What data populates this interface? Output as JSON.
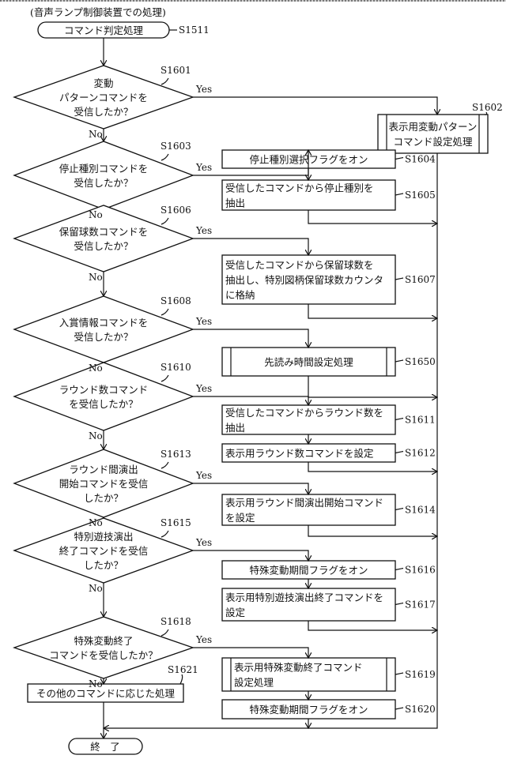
{
  "caption": "(音声ランプ制御装置での処理)",
  "yes_label": "Yes",
  "no_label": "No",
  "start": {
    "label": "コマンド判定処理",
    "step": "S1511"
  },
  "end": {
    "label": "終　了"
  },
  "decisions": [
    {
      "step": "S1601",
      "lines": [
        "変動",
        "パターンコマンドを",
        "受信したか？"
      ]
    },
    {
      "step": "S1603",
      "lines": [
        "停止種別コマンドを",
        "受信したか？"
      ]
    },
    {
      "step": "S1606",
      "lines": [
        "保留球数コマンドを",
        "受信したか？"
      ]
    },
    {
      "step": "S1608",
      "lines": [
        "入賞情報コマンドを",
        "受信したか？"
      ]
    },
    {
      "step": "S1610",
      "lines": [
        "ラウンド数コマンド",
        "を受信したか？"
      ]
    },
    {
      "step": "S1613",
      "lines": [
        "ラウンド間演出",
        "開始コマンドを受信",
        "したか？"
      ]
    },
    {
      "step": "S1615",
      "lines": [
        "特別遊技演出",
        "終了コマンドを受信",
        "したか？"
      ]
    },
    {
      "step": "S1618",
      "lines": [
        "特殊変動終了",
        "コマンドを受信したか？"
      ]
    }
  ],
  "processes": [
    {
      "step": "S1602",
      "lines": [
        "表示用変動パターン",
        "コマンド設定処理"
      ]
    },
    {
      "step": "S1604",
      "lines": [
        "停止種別選択フラグをオン"
      ]
    },
    {
      "step": "S1605",
      "lines": [
        "受信したコマンドから停止種別を",
        "抽出"
      ]
    },
    {
      "step": "S1607",
      "lines": [
        "受信したコマンドから保留球数を",
        "抽出し、特別図柄保留球数カウンタ",
        "に格納"
      ]
    },
    {
      "step": "S1650",
      "lines": [
        "先読み時間設定処理"
      ]
    },
    {
      "step": "S1611",
      "lines": [
        "受信したコマンドからラウンド数を",
        "抽出"
      ]
    },
    {
      "step": "S1612",
      "lines": [
        "表示用ラウンド数コマンドを設定"
      ]
    },
    {
      "step": "S1614",
      "lines": [
        "表示用ラウンド間演出開始コマンド",
        "を設定"
      ]
    },
    {
      "step": "S1616",
      "lines": [
        "特殊変動期間フラグをオン"
      ]
    },
    {
      "step": "S1617",
      "lines": [
        "表示用特別遊技演出終了コマンドを",
        "設定"
      ]
    },
    {
      "step": "S1619",
      "lines": [
        "表示用特殊変動終了コマンド",
        "設定処理"
      ]
    },
    {
      "step": "S1620",
      "lines": [
        "特殊変動期間フラグをオン"
      ]
    },
    {
      "step": "S1621",
      "lines": [
        "その他のコマンドに応じた処理"
      ]
    }
  ]
}
